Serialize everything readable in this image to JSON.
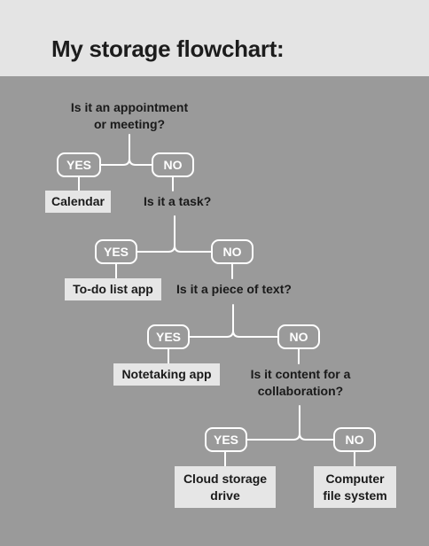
{
  "title": "My storage flowchart:",
  "colors": {
    "header_bg": "#e4e4e4",
    "body_bg": "#9a9a9a",
    "answer_bg": "#e6e6e6",
    "line": "#ffffff"
  },
  "labels": {
    "yes": "YES",
    "no": "NO"
  },
  "steps": [
    {
      "question": [
        "Is it an appointment",
        "or meeting?"
      ],
      "yes_answer": [
        "Calendar"
      ]
    },
    {
      "question": [
        "Is it a task?"
      ],
      "yes_answer": [
        "To-do list app"
      ]
    },
    {
      "question": [
        "Is it a piece of text?"
      ],
      "yes_answer": [
        "Notetaking app"
      ]
    },
    {
      "question": [
        "Is it content for a",
        "collaboration?"
      ],
      "yes_answer": [
        "Cloud storage",
        "drive"
      ],
      "no_answer": [
        "Computer",
        "file system"
      ]
    }
  ]
}
